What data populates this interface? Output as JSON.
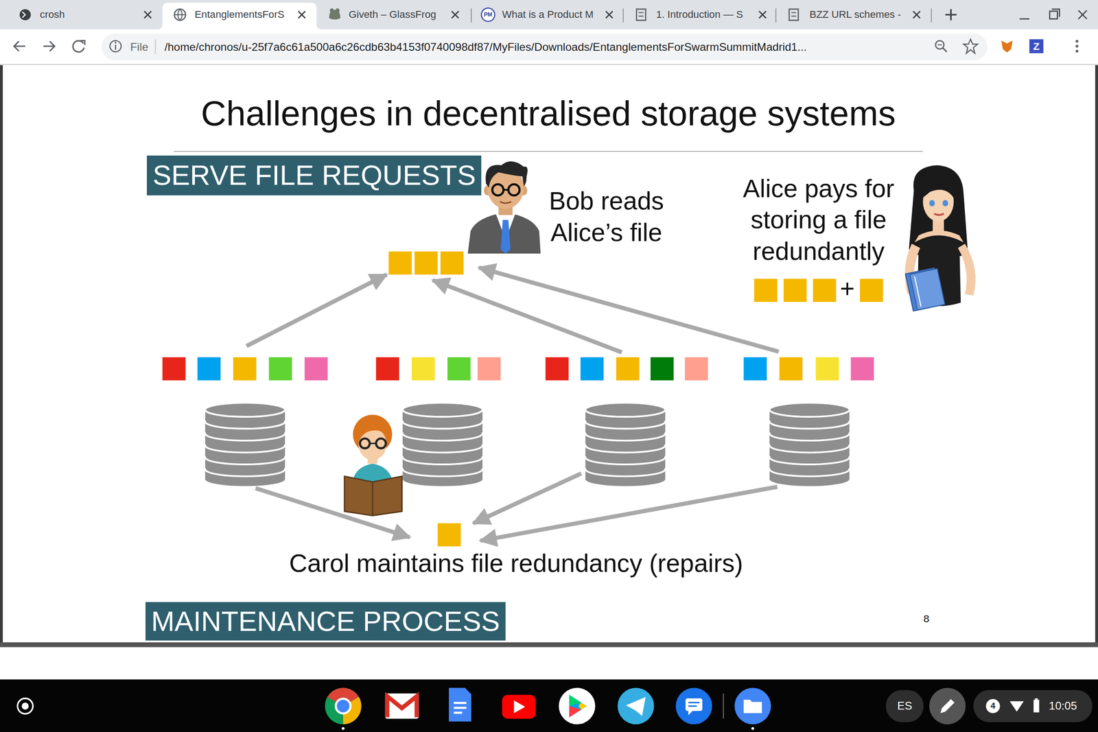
{
  "diagram": {
    "title": "Challenges in decentralised storage systems",
    "nodes": [
      {
        "text": [
          "crosh"
        ]
      },
      {
        "text": [
          "EntanglementsForS"
        ]
      },
      {
        "text": [
          "Giveth – GlassFrog"
        ]
      },
      {
        "text": [
          "What is a Product M"
        ]
      },
      {
        "text": [
          "1. Introduction — S"
        ]
      },
      {
        "text": [
          "BZZ URL schemes -"
        ]
      },
      {
        "text": [
          "File",
          "/home/chronos/u-25f7a6c61a500a6c26cdb63b4153f0740098df87/MyFiles/Downloads/EntanglementsForSwarmSummitMadrid1..."
        ]
      },
      {
        "text": [
          "SERVE FILE REQUESTS"
        ]
      },
      {
        "text": [
          "MAINTENANCE PROCESS"
        ]
      },
      {
        "text": [
          "ES"
        ]
      },
      {
        "text": [
          "4",
          "10:05"
        ]
      }
    ],
    "labels": [
      "PM",
      "Z",
      "Bob reads Alice’s file",
      "Alice pays for storing a file redundantly",
      "+",
      "Carol maintains file redundancy (repairs)",
      "8"
    ]
  }
}
